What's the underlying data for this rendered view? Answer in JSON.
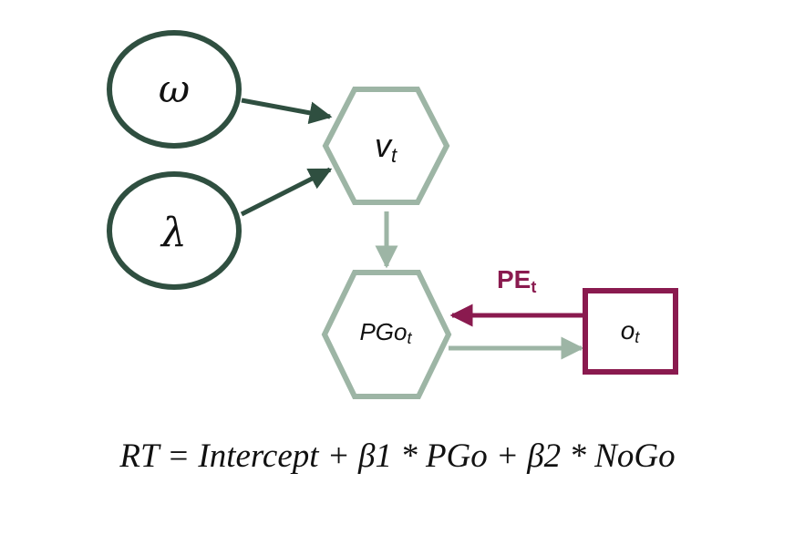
{
  "colors": {
    "dark_green": "#2f4f40",
    "light_green": "#9db5a5",
    "maroon": "#8a1a4f",
    "text": "#111111"
  },
  "nodes": {
    "omega": {
      "label": "ω",
      "shape": "circle"
    },
    "lambda": {
      "label": "λ",
      "shape": "circle"
    },
    "v": {
      "label_main": "v",
      "label_sub": "t",
      "shape": "hexagon"
    },
    "pgo": {
      "label_main": "PGo",
      "label_sub": "t",
      "shape": "hexagon"
    },
    "o": {
      "label_main": "o",
      "label_sub": "t",
      "shape": "square"
    }
  },
  "edges": {
    "pe_label_main": "PE",
    "pe_label_sub": "t"
  },
  "formula": {
    "text": "RT = Intercept + β1 * PGo + β2 * NoGo"
  }
}
